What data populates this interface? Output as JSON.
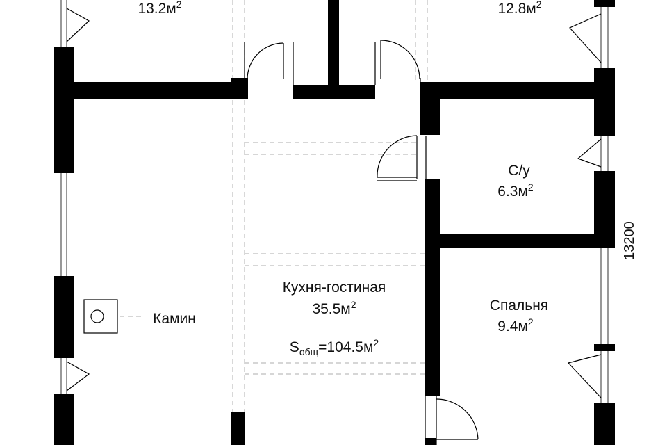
{
  "rooms": {
    "top_left": {
      "area": "13.2м",
      "sup": "2"
    },
    "top_right": {
      "area": "12.8м",
      "sup": "2"
    },
    "bathroom": {
      "name": "С/у",
      "area": "6.3м",
      "sup": "2"
    },
    "kitchen": {
      "name": "Кухня-гостиная",
      "area": "35.5м",
      "sup": "2"
    },
    "bedroom": {
      "name": "Спальня",
      "area": "9.4м",
      "sup": "2"
    }
  },
  "fireplace": {
    "label": "Камин"
  },
  "total": {
    "prefix": "S",
    "sub": "общ",
    "value": "=104.5м",
    "sup": "2"
  },
  "dimension": {
    "right": "13200"
  }
}
